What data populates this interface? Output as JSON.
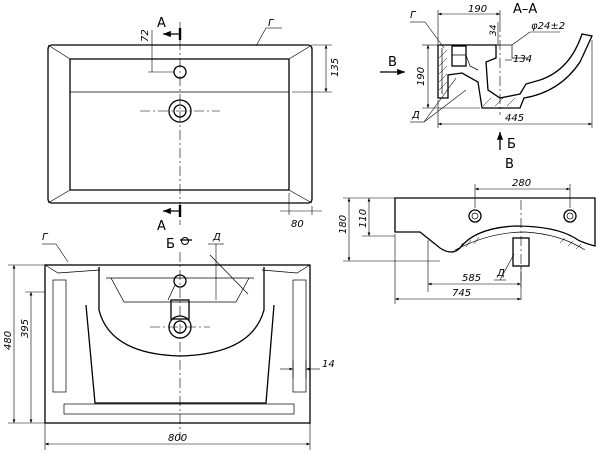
{
  "top_view": {
    "section_mark": "A",
    "callout_g": "Г",
    "dim_72": "72",
    "dim_135": "135",
    "dim_80": "80"
  },
  "front_view": {
    "callout_g": "Г",
    "callout_b": "Б",
    "callout_d": "Д",
    "dim_480": "480",
    "dim_395": "395",
    "dim_14": "14",
    "dim_800": "800"
  },
  "section_view": {
    "title": "А–А",
    "callout_g": "Г",
    "callout_d": "Д",
    "view_mark": "В",
    "dim_190_top": "190",
    "dim_190_side": "190",
    "dim_34": "34",
    "dim_diameter": "φ24±2",
    "dim_134": "134",
    "dim_445": "445",
    "view_b_mark": "Б"
  },
  "view_b": {
    "title": "В",
    "callout_d": "Д",
    "dim_280": "280",
    "dim_180": "180",
    "dim_110": "110",
    "dim_585": "585",
    "dim_745": "745"
  }
}
